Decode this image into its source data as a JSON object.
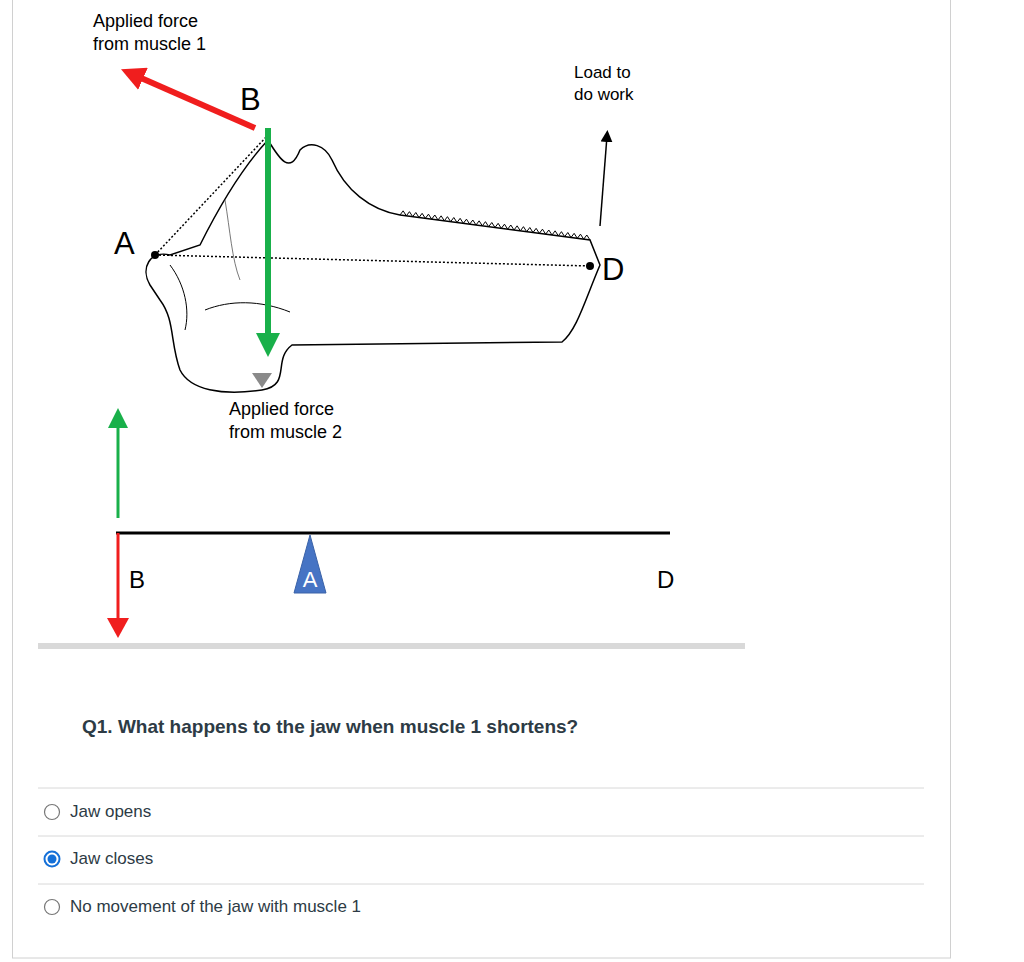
{
  "diagram": {
    "nodes": [
      {
        "text": [
          "A"
        ]
      }
    ],
    "labels": [
      "Applied force from muscle 1",
      "B",
      "Load to do work",
      "A",
      "D",
      "Applied force from muscle 2",
      "B",
      "D",
      "Q1. What happens to the jaw when muscle 1 shortens?",
      "Jaw opens",
      "Jaw closes",
      "No movement of the jaw with muscle 1"
    ]
  }
}
